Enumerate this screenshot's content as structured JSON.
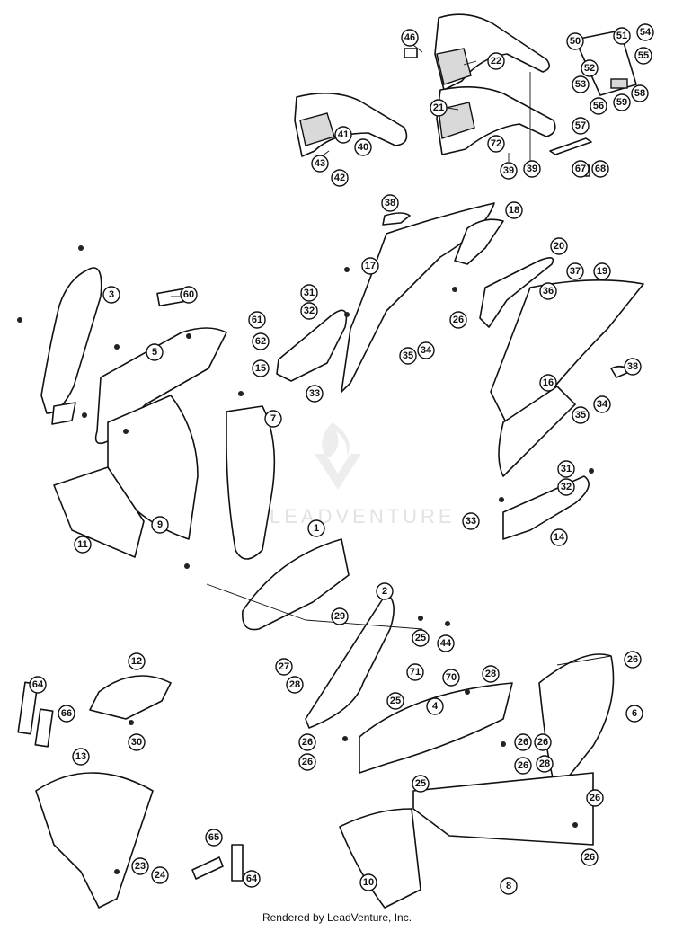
{
  "watermark": {
    "text": "LEADVENTURE"
  },
  "footer": {
    "credit": "Rendered by LeadVenture, Inc."
  },
  "callouts": [
    "1",
    "2",
    "3",
    "4",
    "5",
    "6",
    "7",
    "8",
    "9",
    "10",
    "11",
    "12",
    "13",
    "14",
    "15",
    "16",
    "17",
    "18",
    "19",
    "20",
    "21",
    "22",
    "23",
    "24",
    "25",
    "25",
    "25",
    "26",
    "26",
    "26",
    "26",
    "26",
    "26",
    "26",
    "26",
    "26",
    "27",
    "28",
    "28",
    "28",
    "29",
    "30",
    "31",
    "31",
    "32",
    "32",
    "33",
    "33",
    "34",
    "34",
    "35",
    "35",
    "36",
    "37",
    "38",
    "38",
    "39",
    "39",
    "40",
    "41",
    "42",
    "43",
    "44",
    "46",
    "50",
    "51",
    "52",
    "53",
    "54",
    "55",
    "56",
    "57",
    "58",
    "59",
    "60",
    "61",
    "62",
    "64",
    "64",
    "65",
    "66",
    "67",
    "68",
    "70",
    "71",
    "72"
  ],
  "colors": {
    "line": "#111111",
    "background": "#ffffff",
    "watermark": "#cfcfcf"
  }
}
